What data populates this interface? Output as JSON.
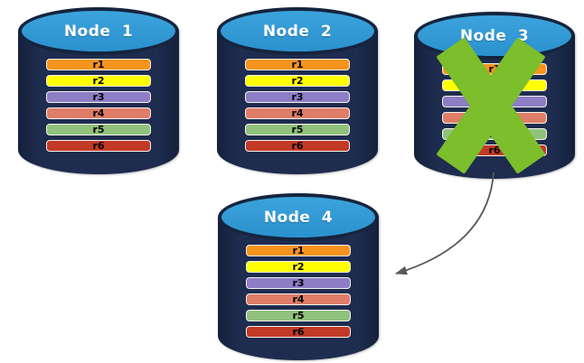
{
  "diagram": {
    "background_color": "#FFFFFF",
    "cylinder_top_color": "#2E99D4",
    "cylinder_body_color": "#1E2C4F",
    "cylinder_outline_color": "#15243E",
    "node_label_color": "#FFFFFF",
    "failure_x_color": "#7CBE2B",
    "arrow_color": "#595959"
  },
  "nodes": [
    {
      "label": "Node 1",
      "failed": false,
      "records": [
        {
          "label": "r1",
          "color": "#F7941D"
        },
        {
          "label": "r2",
          "color": "#FFFF00"
        },
        {
          "label": "r3",
          "color": "#8C7DC5"
        },
        {
          "label": "r4",
          "color": "#DF7D68"
        },
        {
          "label": "r5",
          "color": "#90C27D"
        },
        {
          "label": "r6",
          "color": "#C23A26"
        }
      ]
    },
    {
      "label": "Node 2",
      "failed": false,
      "records": [
        {
          "label": "r1",
          "color": "#F7941D"
        },
        {
          "label": "r2",
          "color": "#FFFF00"
        },
        {
          "label": "r3",
          "color": "#8C7DC5"
        },
        {
          "label": "r4",
          "color": "#DF7D68"
        },
        {
          "label": "r5",
          "color": "#90C27D"
        },
        {
          "label": "r6",
          "color": "#C23A26"
        }
      ]
    },
    {
      "label": "Node 3",
      "failed": true,
      "records": [
        {
          "label": "r1",
          "color": "#F7941D"
        },
        {
          "label": "r2",
          "color": "#FFFF00"
        },
        {
          "label": "r3",
          "color": "#8C7DC5"
        },
        {
          "label": "r4",
          "color": "#DF7D68"
        },
        {
          "label": "r5",
          "color": "#90C27D"
        },
        {
          "label": "r6",
          "color": "#C23A26"
        }
      ]
    },
    {
      "label": "Node 4",
      "failed": false,
      "records": [
        {
          "label": "r1",
          "color": "#F7941D"
        },
        {
          "label": "r2",
          "color": "#FFFF00"
        },
        {
          "label": "r3",
          "color": "#8C7DC5"
        },
        {
          "label": "r4",
          "color": "#DF7D68"
        },
        {
          "label": "r5",
          "color": "#90C27D"
        },
        {
          "label": "r6",
          "color": "#C23A26"
        }
      ]
    }
  ]
}
